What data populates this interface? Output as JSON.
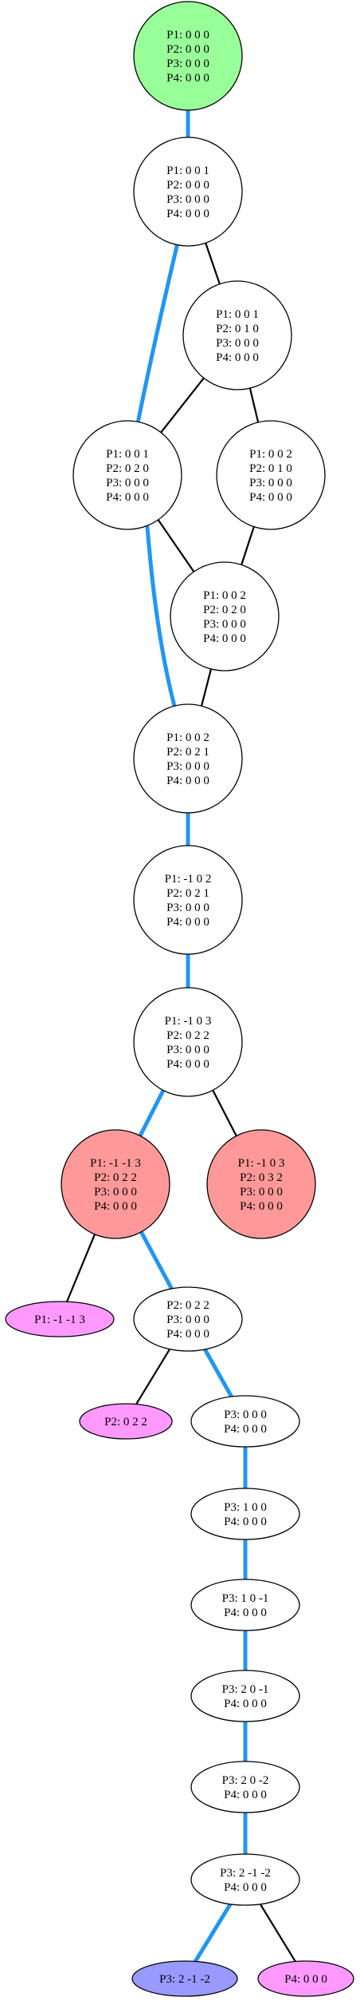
{
  "colors": {
    "start": "#99ff99",
    "fail": "#ff9999",
    "leaf": "#ff99ff",
    "goal": "#9999ff",
    "normal": "#ffffff",
    "path": "#2196f3",
    "edge": "#000000"
  },
  "nodes": [
    {
      "id": "n1",
      "fill": "start",
      "lines": [
        "P1: 0 0 0",
        "P2: 0 0 0",
        "P3: 0 0 0",
        "P4: 0 0 0"
      ]
    },
    {
      "id": "n2",
      "fill": "normal",
      "lines": [
        "P1: 0 0 1",
        "P2: 0 0 0",
        "P3: 0 0 0",
        "P4: 0 0 0"
      ]
    },
    {
      "id": "n3",
      "fill": "normal",
      "lines": [
        "P1: 0 0 1",
        "P2: 0 1 0",
        "P3: 0 0 0",
        "P4: 0 0 0"
      ]
    },
    {
      "id": "n4",
      "fill": "normal",
      "lines": [
        "P1: 0 0 1",
        "P2: 0 2 0",
        "P3: 0 0 0",
        "P4: 0 0 0"
      ]
    },
    {
      "id": "n5",
      "fill": "normal",
      "lines": [
        "P1: 0 0 2",
        "P2: 0 1 0",
        "P3: 0 0 0",
        "P4: 0 0 0"
      ]
    },
    {
      "id": "n6",
      "fill": "normal",
      "lines": [
        "P1: 0 0 2",
        "P2: 0 2 0",
        "P3: 0 0 0",
        "P4: 0 0 0"
      ]
    },
    {
      "id": "n7",
      "fill": "normal",
      "lines": [
        "P1: 0 0 2",
        "P2: 0 2 1",
        "P3: 0 0 0",
        "P4: 0 0 0"
      ]
    },
    {
      "id": "n8",
      "fill": "normal",
      "lines": [
        "P1: -1 0 2",
        "P2: 0 2 1",
        "P3: 0 0 0",
        "P4: 0 0 0"
      ]
    },
    {
      "id": "n9",
      "fill": "normal",
      "lines": [
        "P1: -1 0 3",
        "P2: 0 2 2",
        "P3: 0 0 0",
        "P4: 0 0 0"
      ]
    },
    {
      "id": "n10",
      "fill": "fail",
      "lines": [
        "P1: -1 -1 3",
        "P2: 0 2 2",
        "P3: 0 0 0",
        "P4: 0 0 0"
      ]
    },
    {
      "id": "n11",
      "fill": "fail",
      "lines": [
        "P1: -1 0 3",
        "P2: 0 3 2",
        "P3: 0 0 0",
        "P4: 0 0 0"
      ]
    },
    {
      "id": "n12",
      "fill": "leaf",
      "lines": [
        "P1: -1 -1 3"
      ]
    },
    {
      "id": "n13",
      "fill": "normal",
      "lines": [
        "P2: 0 2 2",
        "P3: 0 0 0",
        "P4: 0 0 0"
      ]
    },
    {
      "id": "n14",
      "fill": "leaf",
      "lines": [
        "P2: 0 2 2"
      ]
    },
    {
      "id": "n15",
      "fill": "normal",
      "lines": [
        "P3: 0 0 0",
        "P4: 0 0 0"
      ]
    },
    {
      "id": "n16",
      "fill": "normal",
      "lines": [
        "P3: 1 0 0",
        "P4: 0 0 0"
      ]
    },
    {
      "id": "n17",
      "fill": "normal",
      "lines": [
        "P3: 1 0 -1",
        "P4: 0 0 0"
      ]
    },
    {
      "id": "n18",
      "fill": "normal",
      "lines": [
        "P3: 2 0 -1",
        "P4: 0 0 0"
      ]
    },
    {
      "id": "n19",
      "fill": "normal",
      "lines": [
        "P3: 2 0 -2",
        "P4: 0 0 0"
      ]
    },
    {
      "id": "n20",
      "fill": "normal",
      "lines": [
        "P3: 2 -1 -2",
        "P4: 0 0 0"
      ]
    },
    {
      "id": "n21",
      "fill": "goal",
      "lines": [
        "P3: 2 -1 -2"
      ]
    },
    {
      "id": "n22",
      "fill": "leaf",
      "lines": [
        "P4: 0 0 0"
      ]
    }
  ],
  "edges": [
    {
      "from": "n1",
      "to": "n2",
      "style": "path"
    },
    {
      "from": "n2",
      "to": "n3",
      "style": "edge"
    },
    {
      "from": "n2",
      "to": "n4",
      "style": "path"
    },
    {
      "from": "n3",
      "to": "n4",
      "style": "edge"
    },
    {
      "from": "n3",
      "to": "n5",
      "style": "edge"
    },
    {
      "from": "n4",
      "to": "n6",
      "style": "edge"
    },
    {
      "from": "n5",
      "to": "n6",
      "style": "edge"
    },
    {
      "from": "n4",
      "to": "n7",
      "style": "path"
    },
    {
      "from": "n6",
      "to": "n7",
      "style": "edge"
    },
    {
      "from": "n7",
      "to": "n8",
      "style": "path"
    },
    {
      "from": "n8",
      "to": "n9",
      "style": "path"
    },
    {
      "from": "n9",
      "to": "n10",
      "style": "path"
    },
    {
      "from": "n9",
      "to": "n11",
      "style": "edge"
    },
    {
      "from": "n10",
      "to": "n12",
      "style": "edge"
    },
    {
      "from": "n10",
      "to": "n13",
      "style": "path"
    },
    {
      "from": "n13",
      "to": "n14",
      "style": "edge"
    },
    {
      "from": "n13",
      "to": "n15",
      "style": "path"
    },
    {
      "from": "n15",
      "to": "n16",
      "style": "path"
    },
    {
      "from": "n16",
      "to": "n17",
      "style": "path"
    },
    {
      "from": "n17",
      "to": "n18",
      "style": "path"
    },
    {
      "from": "n18",
      "to": "n19",
      "style": "path"
    },
    {
      "from": "n19",
      "to": "n20",
      "style": "path"
    },
    {
      "from": "n20",
      "to": "n21",
      "style": "path"
    },
    {
      "from": "n20",
      "to": "n22",
      "style": "edge"
    }
  ]
}
